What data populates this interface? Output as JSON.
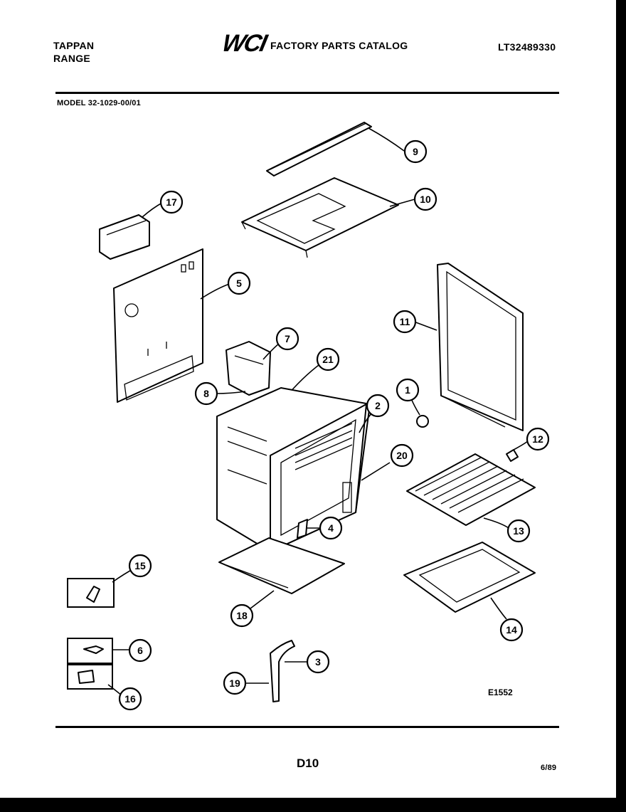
{
  "header": {
    "brand_line1": "TAPPAN",
    "brand_line2": "RANGE",
    "logo_text": "WCI",
    "catalog_title": "FACTORY PARTS CATALOG",
    "catalog_number": "LT32489330",
    "model": "MODEL 32-1029-00/01"
  },
  "diagram": {
    "drawing_id": "E1552",
    "callouts": [
      "9",
      "10",
      "17",
      "5",
      "11",
      "7",
      "21",
      "8",
      "2",
      "1",
      "12",
      "20",
      "13",
      "4",
      "15",
      "18",
      "14",
      "6",
      "3",
      "19",
      "16"
    ]
  },
  "footer": {
    "page_code": "D10",
    "date": "6/89"
  }
}
